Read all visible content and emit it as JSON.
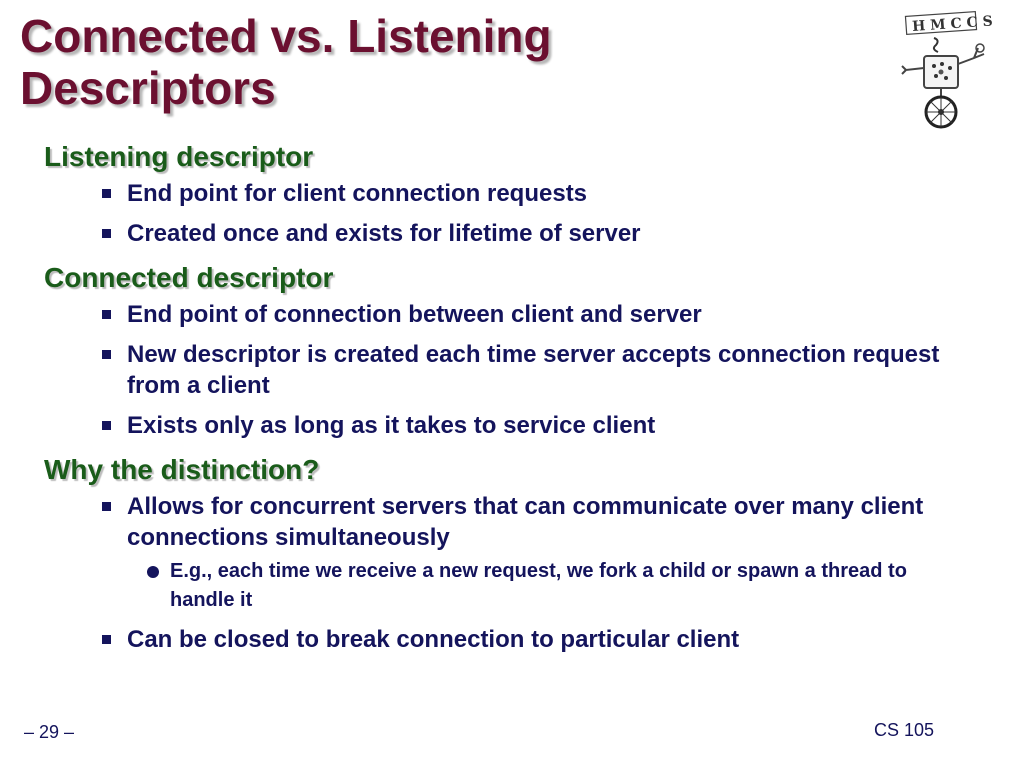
{
  "slide": {
    "title_line1": "Connected vs. Listening",
    "title_line2": "Descriptors",
    "logo_text": "HMC CS"
  },
  "sections": [
    {
      "heading": "Listening descriptor",
      "bullets": [
        {
          "text": "End point for client connection requests"
        },
        {
          "text": "Created once and exists for lifetime of server"
        }
      ]
    },
    {
      "heading": "Connected descriptor",
      "bullets": [
        {
          "text": "End point of connection between client and server"
        },
        {
          "text": "New descriptor is created each time server accepts connection request from a client"
        },
        {
          "text": "Exists only as long as it takes to service client"
        }
      ]
    },
    {
      "heading": "Why the distinction?",
      "bullets": [
        {
          "text": "Allows for concurrent servers that can communicate over many client connections simultaneously",
          "sub": [
            "E.g., each time we receive a new request, we fork a child or spawn a thread to handle it"
          ]
        },
        {
          "text": "Can be closed to break connection to particular client"
        }
      ]
    }
  ],
  "footer": {
    "page": "– 29 –",
    "course": "CS 105"
  }
}
